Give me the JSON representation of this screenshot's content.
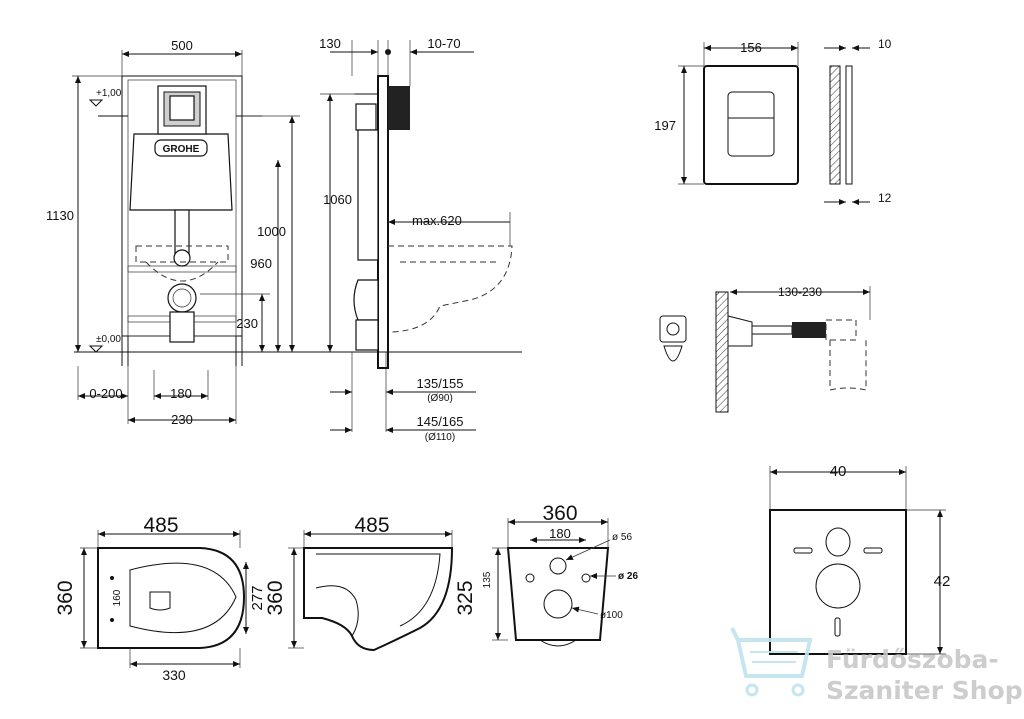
{
  "brand": {
    "logo_text": "GROHE"
  },
  "frame_front": {
    "width": "500",
    "height": "1130",
    "level_top": "+1,00",
    "level_zero": "±0,00",
    "flush_height": "1060",
    "inlet_height": "1000",
    "support_height": "960",
    "drain_height": "230",
    "foot_range": "0-200",
    "bolt_spacing_1": "180",
    "bolt_spacing_2": "230"
  },
  "frame_side": {
    "depth": "130",
    "wall_range": "10-70",
    "bowl_projection": "max.620",
    "pipe_1": "135/155",
    "pipe_1_dia": "(Ø90)",
    "pipe_2": "145/165",
    "pipe_2_dia": "(Ø110)"
  },
  "plate": {
    "width": "156",
    "height": "197",
    "thickness_top": "10",
    "thickness_bottom": "12"
  },
  "anchor": {
    "range": "130-230"
  },
  "bowl_top": {
    "length": "485",
    "width": "360",
    "inner_width": "277",
    "inner_length": "330",
    "hole_spacing": "160"
  },
  "bowl_side": {
    "length": "485",
    "height": "360"
  },
  "bowl_back": {
    "width": "360",
    "height": "325",
    "bolt_spacing": "180",
    "inlet_dia": "ø 56",
    "bolt_dia": "ø 26",
    "outlet_dia": "ø100",
    "bolt_height": "135"
  },
  "sound_pad": {
    "width": "40",
    "height": "42"
  },
  "watermark": {
    "line1": "Fürdőszoba-",
    "line2": "Szaniter Shop"
  },
  "colors": {
    "ink": "#111111",
    "watermark": "#c8c8c8",
    "watermark_icon": "#bfe3ee"
  }
}
